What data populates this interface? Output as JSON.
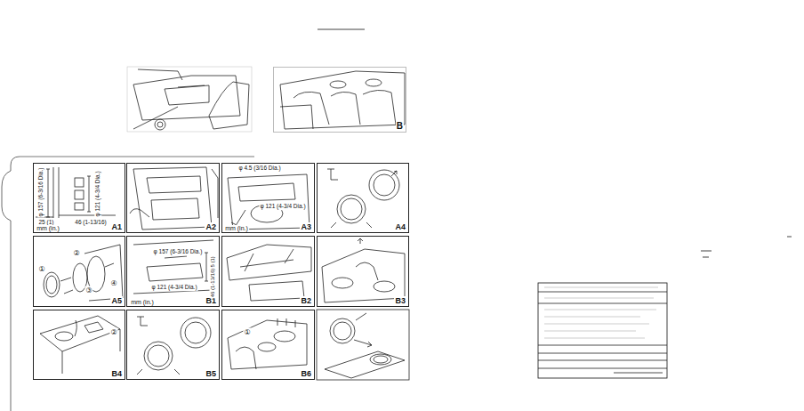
{
  "diagram": {
    "nodes": [
      {
        "text": [
          "B"
        ]
      },
      {
        "text": [
          "A1"
        ]
      },
      {
        "text": [
          "A2"
        ]
      },
      {
        "text": [
          "A3"
        ]
      },
      {
        "text": [
          "A4"
        ]
      },
      {
        "text": [
          "A5"
        ]
      },
      {
        "text": [
          "B1"
        ]
      },
      {
        "text": [
          "B2"
        ]
      },
      {
        "text": [
          "B3"
        ]
      },
      {
        "text": [
          "B4"
        ]
      },
      {
        "text": [
          "B5"
        ]
      },
      {
        "text": [
          "B6"
        ]
      }
    ],
    "labels": [
      "φ 157 (6-3/16 Dia.)",
      "φ 121 (4-3/4 Dia.)",
      "25 (1)",
      "46 (1-13/16)",
      "mm (in.)",
      "φ 4.5 (3/16 Dia.)",
      "φ 121 (4-3/4 Dia.)",
      "mm (in.)",
      "①",
      "②",
      "③",
      "④",
      "mm (in.)",
      "φ 157 (6-3/16 Dia.)",
      "φ 121 (4-3/4 Dia.)",
      "25 (1)",
      "46 (1-13/16)",
      "②",
      "①"
    ]
  }
}
